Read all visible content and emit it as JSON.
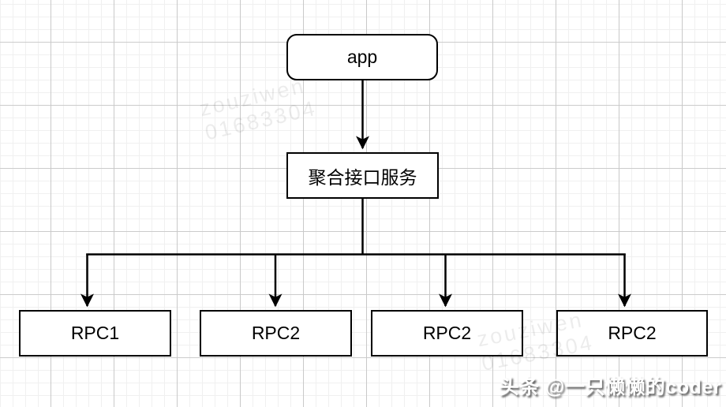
{
  "diagram": {
    "top_node": {
      "label": "app"
    },
    "middle_node": {
      "label": "聚合接口服务"
    },
    "bottom_nodes": [
      {
        "label": "RPC1"
      },
      {
        "label": "RPC2"
      },
      {
        "label": "RPC2"
      },
      {
        "label": "RPC2"
      }
    ]
  },
  "watermarks": {
    "author": {
      "line1": "zouziwen",
      "line2": "01683304"
    },
    "platform": {
      "text": "头条 @一只懒懒的coder"
    }
  },
  "colors": {
    "node_border": "#000000",
    "node_fill": "#ffffff",
    "connector": "#000000",
    "grid_major": "#c9c9c9",
    "grid_minor": "#f0f0f0",
    "author_watermark": "#e9e9e9",
    "platform_watermark_text": "#ffffff"
  }
}
